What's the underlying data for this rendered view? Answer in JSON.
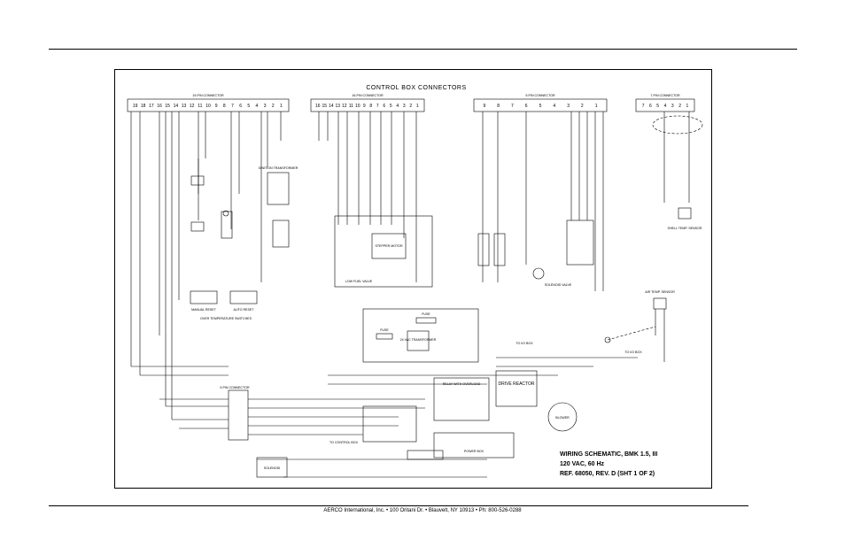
{
  "diagram": {
    "title": "CONTROL BOX CONNECTORS",
    "connectors": [
      {
        "label": "19-PIN CONNECTOR",
        "pins": [
          "19",
          "18",
          "17",
          "16",
          "15",
          "14",
          "13",
          "12",
          "11",
          "10",
          "9",
          "8",
          "7",
          "6",
          "5",
          "4",
          "3",
          "2",
          "1"
        ]
      },
      {
        "label": "16-PIN CONNECTOR",
        "pins": [
          "16",
          "15",
          "14",
          "13",
          "12",
          "11",
          "10",
          "9",
          "8",
          "7",
          "6",
          "5",
          "4",
          "3",
          "2",
          "1"
        ]
      },
      {
        "label": "9-PIN CONNECTOR",
        "pins": [
          "9",
          "8",
          "7",
          "6",
          "5",
          "4",
          "3",
          "2",
          "1"
        ]
      },
      {
        "label": "7-PIN CONNECTOR",
        "pins": [
          "7",
          "6",
          "5",
          "4",
          "3",
          "2",
          "1"
        ]
      }
    ],
    "components": {
      "ignition_transformer": "IGNITION TRANSFORMER",
      "manual_reset": "MANUAL RESET",
      "auto_reset": "AUTO RESET",
      "over_temp": "OVER TEMPERATURE SWITCHES",
      "low_fuel": "LOW FUEL VALVE",
      "stepper": "STEPPER MOTOR",
      "fuse1": "FUSE",
      "fuse2": "FUSE",
      "transformer24": "24 VAC TRANSFORMER",
      "six_pin": "6 PIN CONNECTOR",
      "relay": "RELAY WITH OVERLOAD",
      "drive_reactor": "DRIVE REACTOR",
      "blower": "BLOWER",
      "power_box": "POWER BOX",
      "solenoid": "SOLENOID",
      "shell_sensor": "SHELL TEMP. SENSOR",
      "air_sensor": "AIR TEMP. SENSOR",
      "io_box": "TO I/O BOX",
      "io_box2": "TO I/O BOX",
      "control_box": "TO CONTROL BOX",
      "solenoid_valve": "SOLENOID VALVE"
    },
    "caption": {
      "line1": "WIRING SCHEMATIC, BMK 1.5, III",
      "line2": "120 VAC, 60 Hz",
      "line3": "REF. 68050, REV. D (SHT 1 OF 2)"
    }
  },
  "footer": "AERCO International, Inc. • 100 Oritani Dr. • Blauvelt, NY 10913 • Ph: 800-526-0288"
}
